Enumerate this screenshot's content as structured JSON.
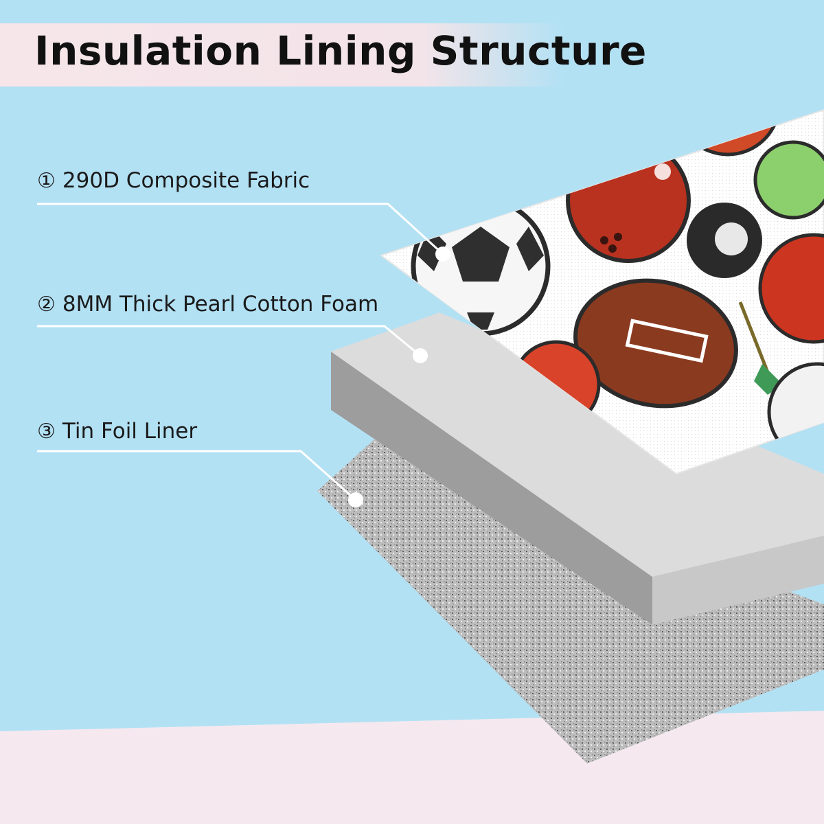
{
  "title": "Insulation Lining Structure",
  "layers": [
    {
      "number": "①",
      "label": "290D Composite Fabric"
    },
    {
      "number": "②",
      "label": "8MM Thick Pearl Cotton Foam"
    },
    {
      "number": "③",
      "label": "Tin Foil Liner"
    }
  ],
  "colors": {
    "background": "#b3e1f4",
    "title_band": "#f4e4e9",
    "floor": "#f5e9ef",
    "foam": "#c9c9c9",
    "foil": "#b5b5b5",
    "fabric": "#f3f3f3"
  }
}
